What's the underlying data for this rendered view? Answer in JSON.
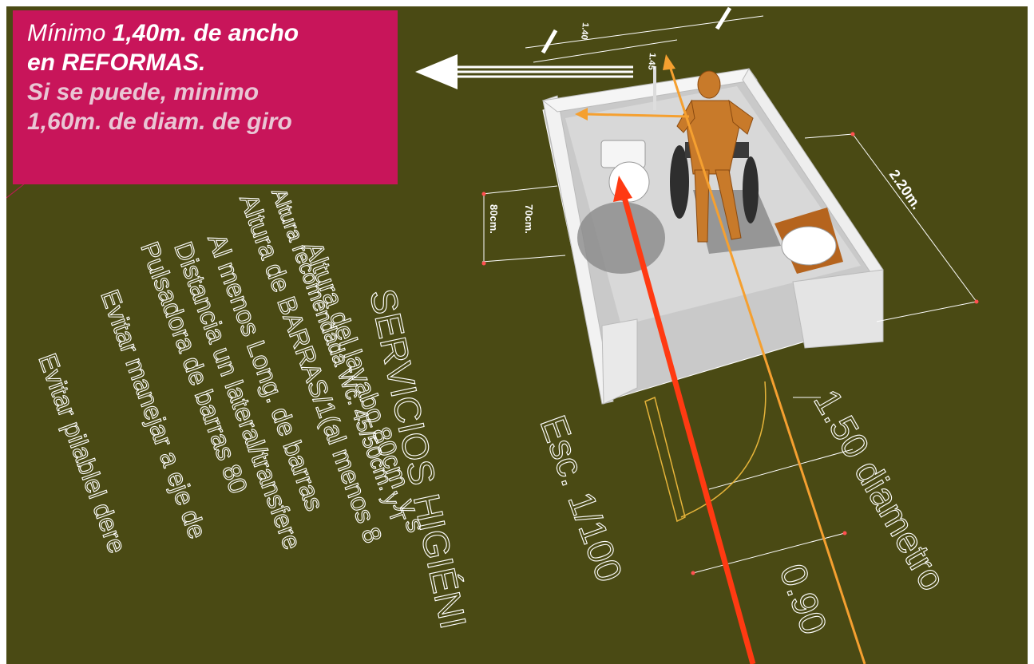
{
  "callout": {
    "line1_prefix": "Mínimo ",
    "line1_bold": "1,40m. de ancho",
    "line2": "en REFORMAS.",
    "line3": "Si se puede, minimo",
    "line4": "1,60m. de diam. de giro",
    "background_color": "#c8155a"
  },
  "diagram": {
    "title": "SERVICIOS HIGIÉNI",
    "scale": "Esc. 1/100",
    "notes": [
      "Altura del lavabo 80cm. y s",
      "Altura recomendada Wc. 45/50cm. y T",
      "Altura de BARRAS/1(al menos 8",
      "Al menos Long. de barras",
      "Distancia un lateral/transfere",
      "Pulsadora de barras 80",
      "Evitar manejar a eje de",
      "Evitar pilablel dere"
    ],
    "turning_circle": "1.50 diametro",
    "door_width": "0.90",
    "room_depth": "2.20m.",
    "wc_side_dimensions": [
      "70cm.",
      "80cm."
    ],
    "top_dimensions": [
      "1.40",
      "1.45"
    ]
  },
  "colors": {
    "background": "#4a4a14",
    "arrow_red": "#ff3a12",
    "arrow_orange": "#f5a030",
    "figure": "#c87a2a",
    "walls": "#e8e8e8",
    "door_swing": "#e6b43a"
  }
}
